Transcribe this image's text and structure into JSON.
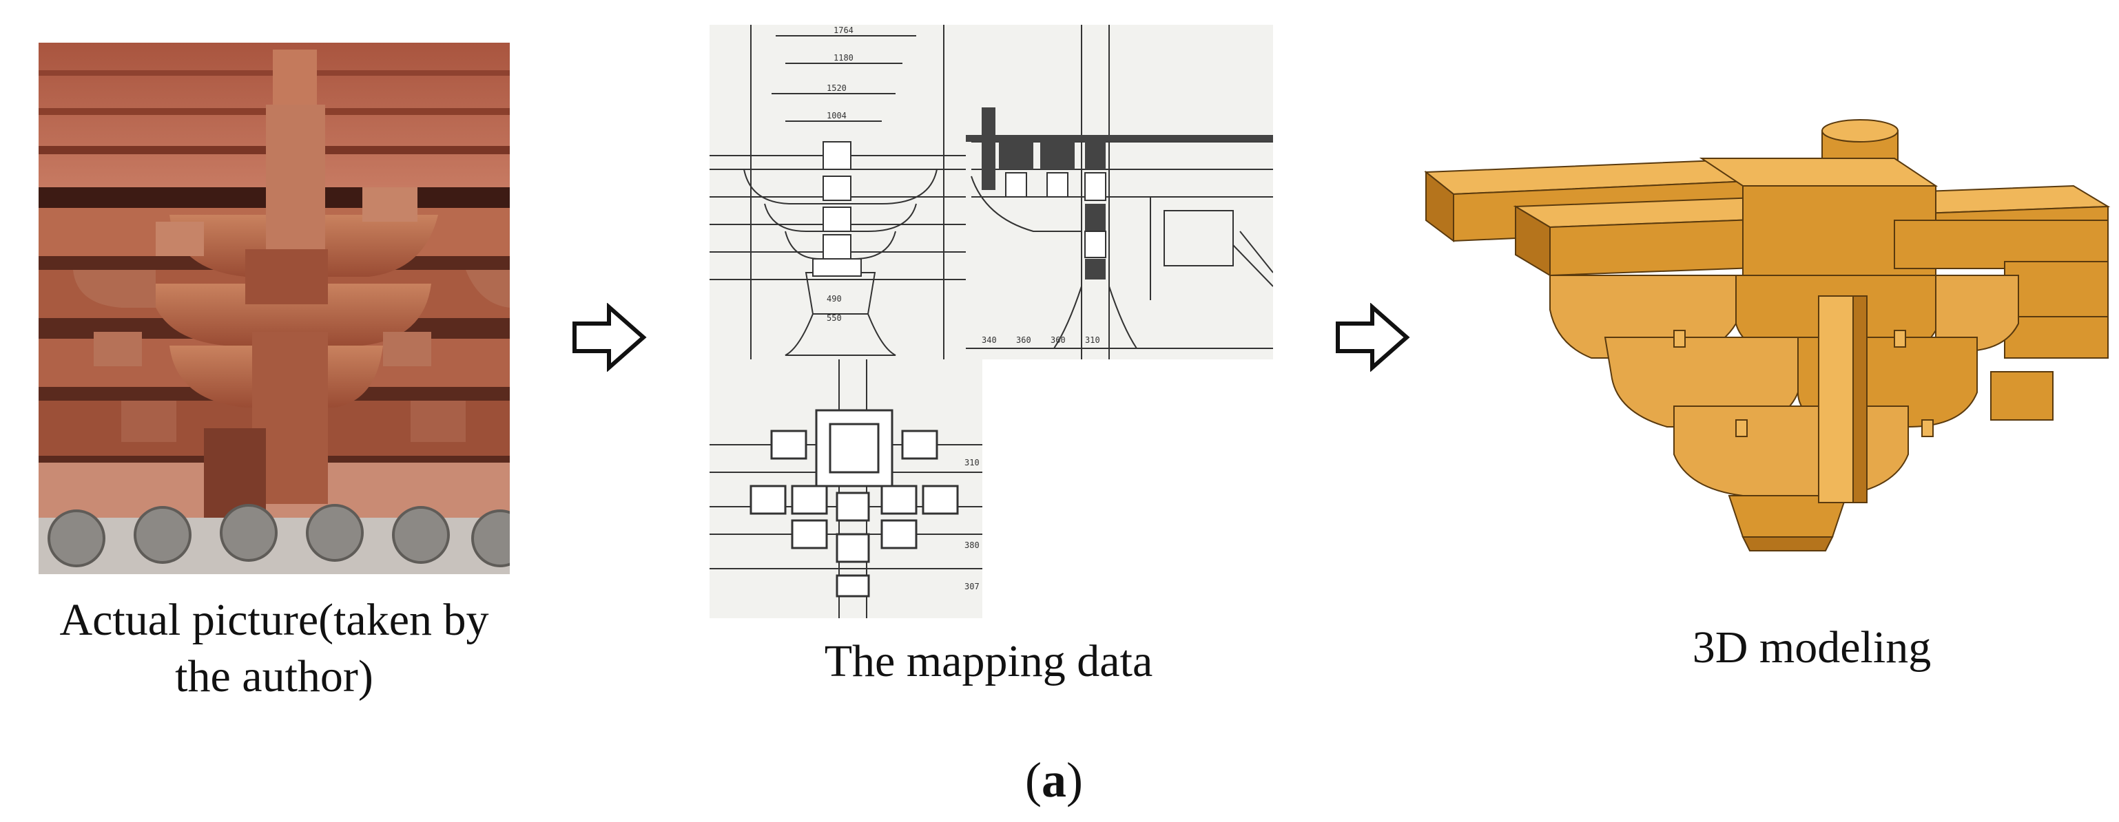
{
  "captions": {
    "photo": "Actual picture(taken by the author)",
    "drawings": "The mapping data",
    "model": "3D modeling"
  },
  "sublabel": {
    "open": "(",
    "letter": "a",
    "close": ")"
  },
  "drawing_dimensions": {
    "top_1": "1764",
    "top_2": "1180",
    "top_3": "1520",
    "top_4": "1004",
    "side_1": "340",
    "side_2": "360",
    "side_3": "360",
    "side_4": "310",
    "base_1": "490",
    "base_2": "550",
    "plan_1": "310",
    "plan_2": "380",
    "plan_3": "307"
  },
  "colors": {
    "wood_light": "#f0b75a",
    "wood_mid": "#d9962f",
    "wood_dark": "#b5741c",
    "brick": "#b8604a",
    "tile": "#8b8b88",
    "paper": "#f2f2ef",
    "line": "#333333"
  }
}
